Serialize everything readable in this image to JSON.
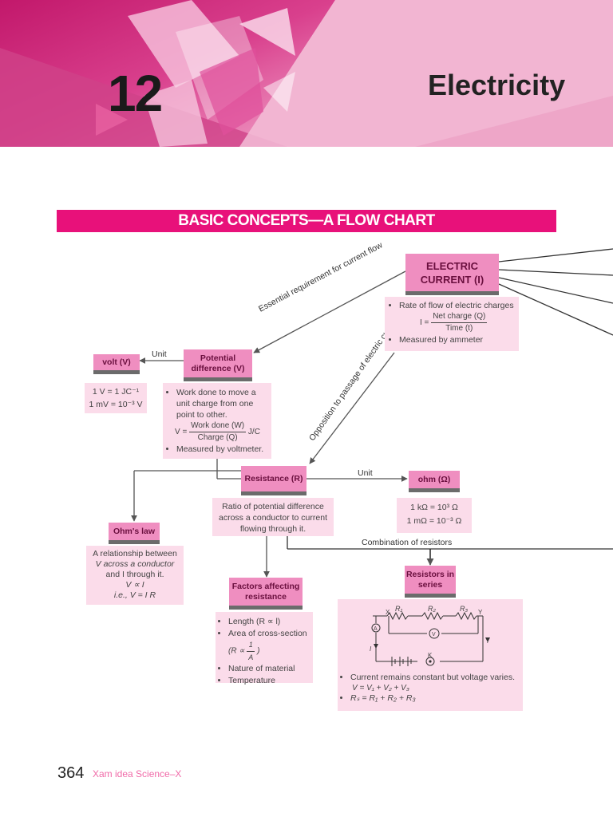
{
  "chapter": {
    "number": "12",
    "title": "Electricity"
  },
  "header": "BASIC CONCEPTS—A FLOW CHART",
  "nodes": {
    "current": "ELECTRIC CURRENT (I)",
    "pd": "Potential difference (V)",
    "volt": "volt (V)",
    "resistance": "Resistance (R)",
    "ohm": "ohm (Ω)",
    "ohms_law": "Ohm's law",
    "factors": "Factors affecting resistance",
    "series": "Resistors in series"
  },
  "current_box": {
    "b1": "Rate of flow of electric charges",
    "lhs": "I =",
    "num": "Net charge (Q)",
    "den": "Time (t)",
    "b2": "Measured by ammeter"
  },
  "volt_box": {
    "l1": "1 V = 1 JC⁻¹",
    "l2": "1 mV = 10⁻³ V"
  },
  "pd_box": {
    "b1": "Work done to move a unit charge from one point to other.",
    "lhs": "V =",
    "num": "Work done (W)",
    "den": "Charge (Q)",
    "unit": "J/C",
    "b2": "Measured by voltmeter."
  },
  "resistance_box": "Ratio of potential difference across a conductor to current flowing through it.",
  "ohm_box": {
    "l1": "1 kΩ = 10³ Ω",
    "l2": "1 mΩ = 10⁻³ Ω"
  },
  "ohms_box": {
    "l1": "A relationship between",
    "l2": "V across a conductor",
    "l3": "and I through it.",
    "l4": "V ∝ I",
    "l5": "i.e., V = I R"
  },
  "factors_box": {
    "b1": "Length (R ∝ l)",
    "b2": "Area of cross-section",
    "b2b_pre": "(R ∝",
    "b2b_num": "1",
    "b2b_den": "A",
    "b2b_post": ")",
    "b3": "Nature of material",
    "b4": "Temperature"
  },
  "series_box": {
    "b1": "Current remains constant but voltage varies.",
    "b1b": "V = V₁ + V₂ + V₃",
    "b2": "Rₛ = R₁ + R₂ + R₃"
  },
  "circuit_labels": {
    "x": "X",
    "y": "Y",
    "r1": "R₁",
    "r2": "R₂",
    "r3": "R₃",
    "ammeter": "A",
    "voltmeter": "V",
    "key": "K",
    "i_right": "I",
    "i_left": "I"
  },
  "edges": {
    "essential": "Essential requirement for current flow",
    "opposition": "Opposition to passage of electric current",
    "unit_pd": "Unit",
    "unit_res": "Unit",
    "combination": "Combination of resistors"
  },
  "footer": {
    "page": "364",
    "book": "Xam idea Science–X"
  },
  "colors": {
    "accent": "#e8117a",
    "node": "#ef8ec0",
    "box": "#fbdcea"
  }
}
